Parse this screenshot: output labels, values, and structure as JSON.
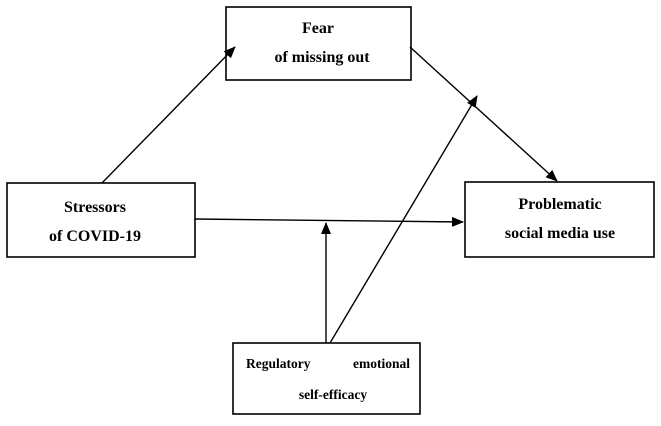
{
  "nodes": {
    "fomo": {
      "line1": "Fear",
      "line2": "of missing out"
    },
    "stressors": {
      "line1": "Stressors",
      "line2": "of COVID-19"
    },
    "psmu": {
      "line1": "Problematic",
      "line2": "social media use"
    },
    "rese": {
      "line1a": "Regulatory",
      "line1b": "emotional",
      "line2": "self-efficacy"
    }
  },
  "colors": {
    "stroke": "#000000",
    "background": "#ffffff"
  }
}
